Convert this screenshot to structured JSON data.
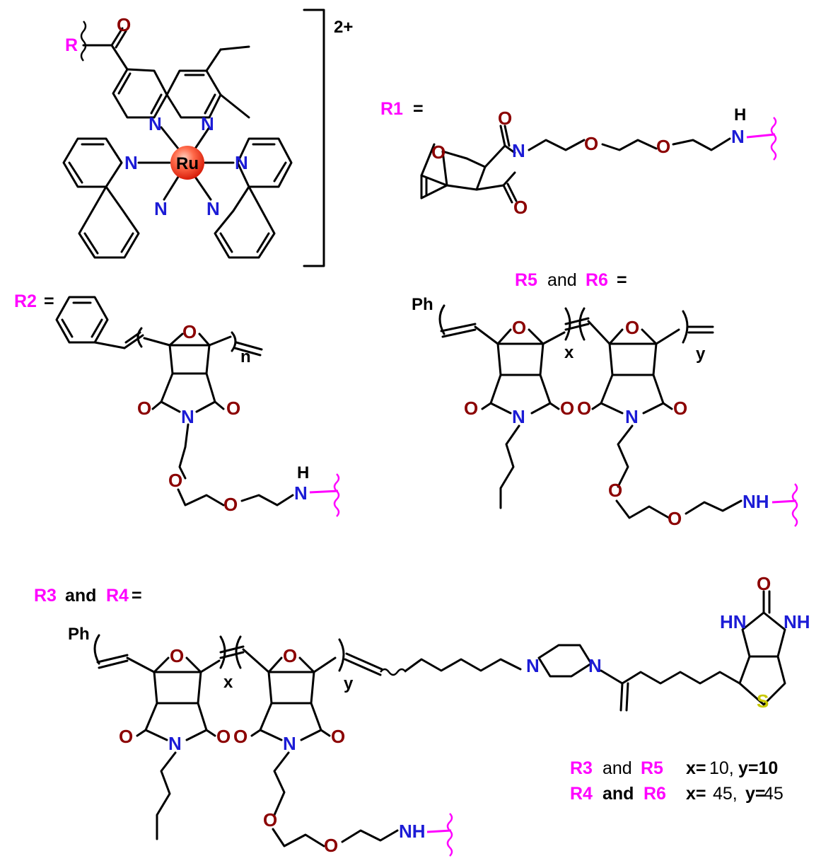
{
  "complex": {
    "metal": "Ru",
    "charge": "2+",
    "r_label": "R",
    "atoms": {
      "N": "N",
      "O": "O"
    }
  },
  "labels": {
    "r1": "R1",
    "r2": "R2",
    "eq": "=",
    "r5": "R5",
    "r6": "R6",
    "and": "and",
    "r3": "R3",
    "r4": "R4"
  },
  "atoms": {
    "O": "O",
    "N": "N",
    "H": "H",
    "NH": "NH",
    "HN": "HN",
    "S": "S",
    "Ph": "Ph"
  },
  "repeat_units": {
    "n": "n",
    "x": "x",
    "y": "y"
  },
  "legend": {
    "row1": {
      "a": "R3",
      "and": "and",
      "b": "R5",
      "x_label": "x=",
      "x_value": "10,",
      "y_label": "y=10"
    },
    "row2": {
      "a": "R4",
      "and": "and",
      "b": "R6",
      "x_label": "x=",
      "x_value": "45,",
      "y_label": "y=",
      "y_value": "45"
    }
  }
}
